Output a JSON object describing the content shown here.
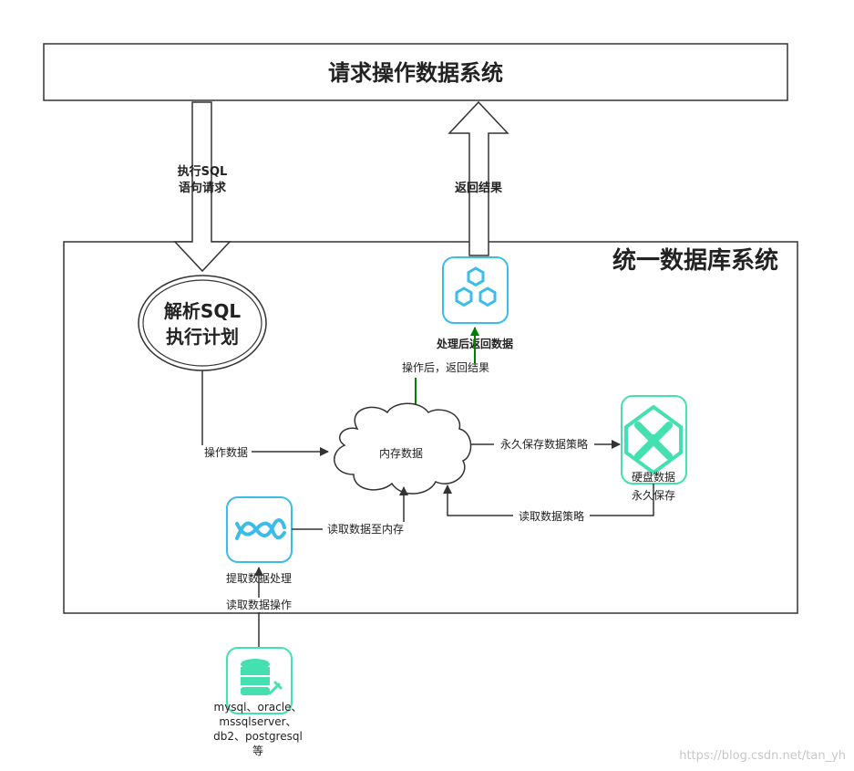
{
  "top_system": {
    "title": "请求操作数据系统"
  },
  "unified_system": {
    "title": "统一数据库系统"
  },
  "arrows": {
    "exec_sql_line1": "执行SQL",
    "exec_sql_line2": "语句请求",
    "return_result": "返回结果"
  },
  "parse_node": {
    "line1": "解析SQL",
    "line2": "执行计划"
  },
  "processed_node": {
    "label": "处理后返回数据"
  },
  "after_op_label": "操作后，返回结果",
  "operate_data_label": "操作数据",
  "memory_node": {
    "label": "内存数据"
  },
  "persist_strategy_label": "永久保存数据策略",
  "disk_node": {
    "line1": "硬盘数据",
    "line2": "永久保存"
  },
  "read_strategy_label": "读取数据策略",
  "extract_node": {
    "label": "提取数据处理"
  },
  "read_to_memory_label": "读取数据至内存",
  "read_op_label": "读取数据操作",
  "db_node": {
    "line1": "mysql、oracle、",
    "line2": "mssqlserver、",
    "line3": "db2、postgresql",
    "line4": "等"
  },
  "watermark": "https://blog.csdn.net/tan_yh",
  "colors": {
    "red": "#e00000",
    "green": "#008000",
    "blue_icon": "#3bbcea",
    "teal_icon": "#45e0b0"
  }
}
